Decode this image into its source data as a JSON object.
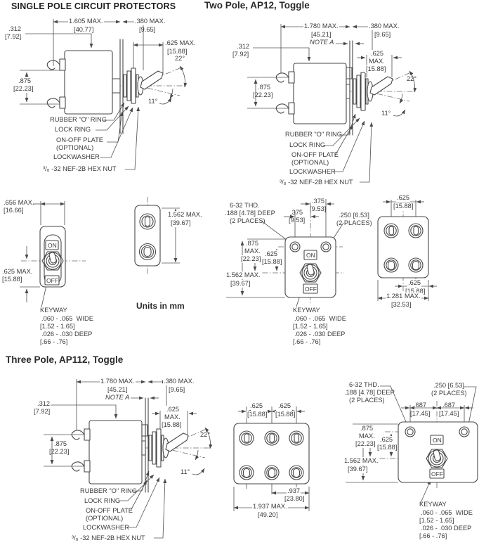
{
  "titles": {
    "single_pole": "SINGLE POLE CIRCUIT PROTECTORS",
    "two_pole": "Two Pole, AP12, Toggle",
    "three_pole": "Three Pole, AP112, Toggle"
  },
  "units_note": "Units in mm",
  "note_a": "NOTE A",
  "toggle": {
    "on": "ON",
    "off": "OFF"
  },
  "angles": {
    "throw": "22°",
    "detent": "11°"
  },
  "parts": {
    "o_ring": "RUBBER \"O\" RING",
    "lock_ring": "LOCK RING",
    "on_off_plate_1": "ON-OFF PLATE",
    "on_off_plate_2": "(OPTIONAL)",
    "lockwasher": "LOCKWASHER",
    "hex_nut": "³/₈ -32 NEF-2B HEX NUT"
  },
  "keyway": {
    "l1": "KEYWAY",
    "l2": ".060 - .065  WIDE",
    "l3": "[1.52 - 1.65]",
    "l4": ".026 - .030 DEEP",
    "l5": "[.66 - .76]"
  },
  "single_pole": {
    "side": {
      "offset_in": ".312",
      "offset_mm": "[7.92]",
      "length_in": "1.605 MAX.",
      "length_mm": "[40.77]",
      "bushing_in": ".380 MAX.",
      "bushing_mm": "[9.65]",
      "lever_in": ".625 MAX.",
      "lever_mm": "[15.88]",
      "height_in": ".875",
      "height_mm": "[22.23]"
    },
    "front": {
      "width_in": ".656 MAX.",
      "width_mm": "[16.66]",
      "center_in": ".625 MAX.",
      "center_mm": "[15.88]"
    },
    "rear": {
      "height_in": "1.562 MAX.",
      "height_mm": "[39.67]"
    }
  },
  "two_pole": {
    "side": {
      "offset_in": ".312",
      "offset_mm": "[7.92]",
      "length_in": "1.780 MAX.",
      "length_mm": "[45.21]",
      "bushing_in": ".380 MAX.",
      "bushing_mm": "[9.65]",
      "lever_in": ".625",
      "lever_max": "MAX.",
      "lever_mm": "[15.88]",
      "height_in": ".875",
      "height_mm": "[22.23]"
    },
    "front": {
      "thd_1": "6-32 THD.",
      "thd_2": ".188 [4.78] DEEP",
      "thd_3": "(2 PLACES)",
      "csk_1": ".250 [6.53]",
      "csk_2": "(2 PLACES)",
      "offset_in": ".375",
      "offset_mm": "[9.53]",
      "height1_in": ".875",
      "height1_max": "MAX.",
      "height1_mm": "[22.23]",
      "height2_in": ".625",
      "height2_mm": "[15.88]",
      "total_in": "1.562 MAX.",
      "total_mm": "[39.67]"
    },
    "rear": {
      "pitch_in": ".625",
      "pitch_mm": "[15.88]",
      "width_in": "1.281 MAX.",
      "width_mm": "[32.53]"
    }
  },
  "three_pole": {
    "side": {
      "offset_in": ".312",
      "offset_mm": "[7.92]",
      "length_in": "1.780 MAX.",
      "length_mm": "[45.21]",
      "bushing_in": ".380 MAX.",
      "bushing_mm": "[9.65]",
      "lever_in": ".625",
      "lever_max": "MAX.",
      "lever_mm": "[15.88]",
      "height_in": ".875",
      "height_mm": "[22.23]"
    },
    "panel": {
      "pitch_in": ".625",
      "pitch_mm": "[15.88]",
      "inner_in": ".937",
      "inner_mm": "[23.80]",
      "width_in": "1.937 MAX.",
      "width_mm": "[49.20]"
    },
    "front": {
      "thd_1": "6-32 THD.",
      "thd_2": ".188 [4.78] DEEP",
      "thd_3": "(2 PLACES)",
      "csk_1": ".250 [6.53]",
      "csk_2": "(2 PLACES)",
      "offset_in": ".687",
      "offset_mm": "[17.45]",
      "height1_in": ".875",
      "height1_max": "MAX.",
      "height1_mm": "[22.23]",
      "height2_in": ".625",
      "height2_mm": "[15.88]",
      "total_in": "1.562 MAX.",
      "total_mm": "[39.67]"
    }
  }
}
